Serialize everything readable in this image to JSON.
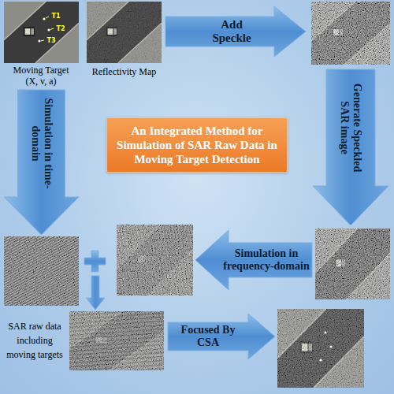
{
  "diagram": {
    "nodes": [
      {
        "text": [
          "Add Speckle"
        ]
      },
      {
        "text": [
          "Simulation in time-domain"
        ]
      },
      {
        "text": [
          "An Integrated Method for Simulation of SAR Raw Data in Moving Target Detection"
        ]
      },
      {
        "text": [
          "Generate Speckled SAR image"
        ]
      },
      {
        "text": [
          "Simulation in frequency-domain"
        ]
      },
      {
        "text": [
          "Focused By CSA"
        ]
      }
    ],
    "labels": [
      "T1",
      "T2",
      "T3",
      "Moving Target (X, v, a)",
      "Reflectivity Map",
      "SAR raw data including moving targets"
    ]
  }
}
